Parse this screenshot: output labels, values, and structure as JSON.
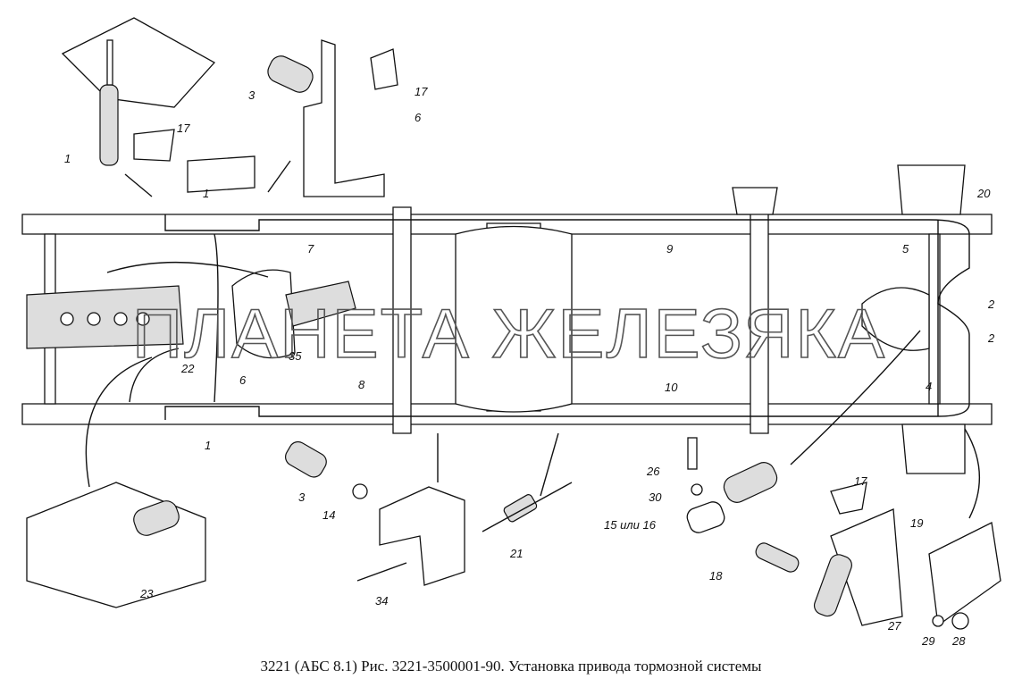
{
  "watermark": "ПЛАНЕТА ЖЕЛЕЗЯКА",
  "caption": "3221 (АБС 8.1) Рис. 3221-3500001-90. Установка привода тормозной системы",
  "callouts": [
    "1",
    "17",
    "3",
    "17",
    "6",
    "1",
    "7",
    "9",
    "20",
    "5",
    "2",
    "2",
    "35",
    "22",
    "6",
    "8",
    "10",
    "4",
    "1",
    "3",
    "14",
    "26",
    "30",
    "15 или 16",
    "17",
    "19",
    "21",
    "18",
    "23",
    "34",
    "27",
    "29",
    "28"
  ]
}
